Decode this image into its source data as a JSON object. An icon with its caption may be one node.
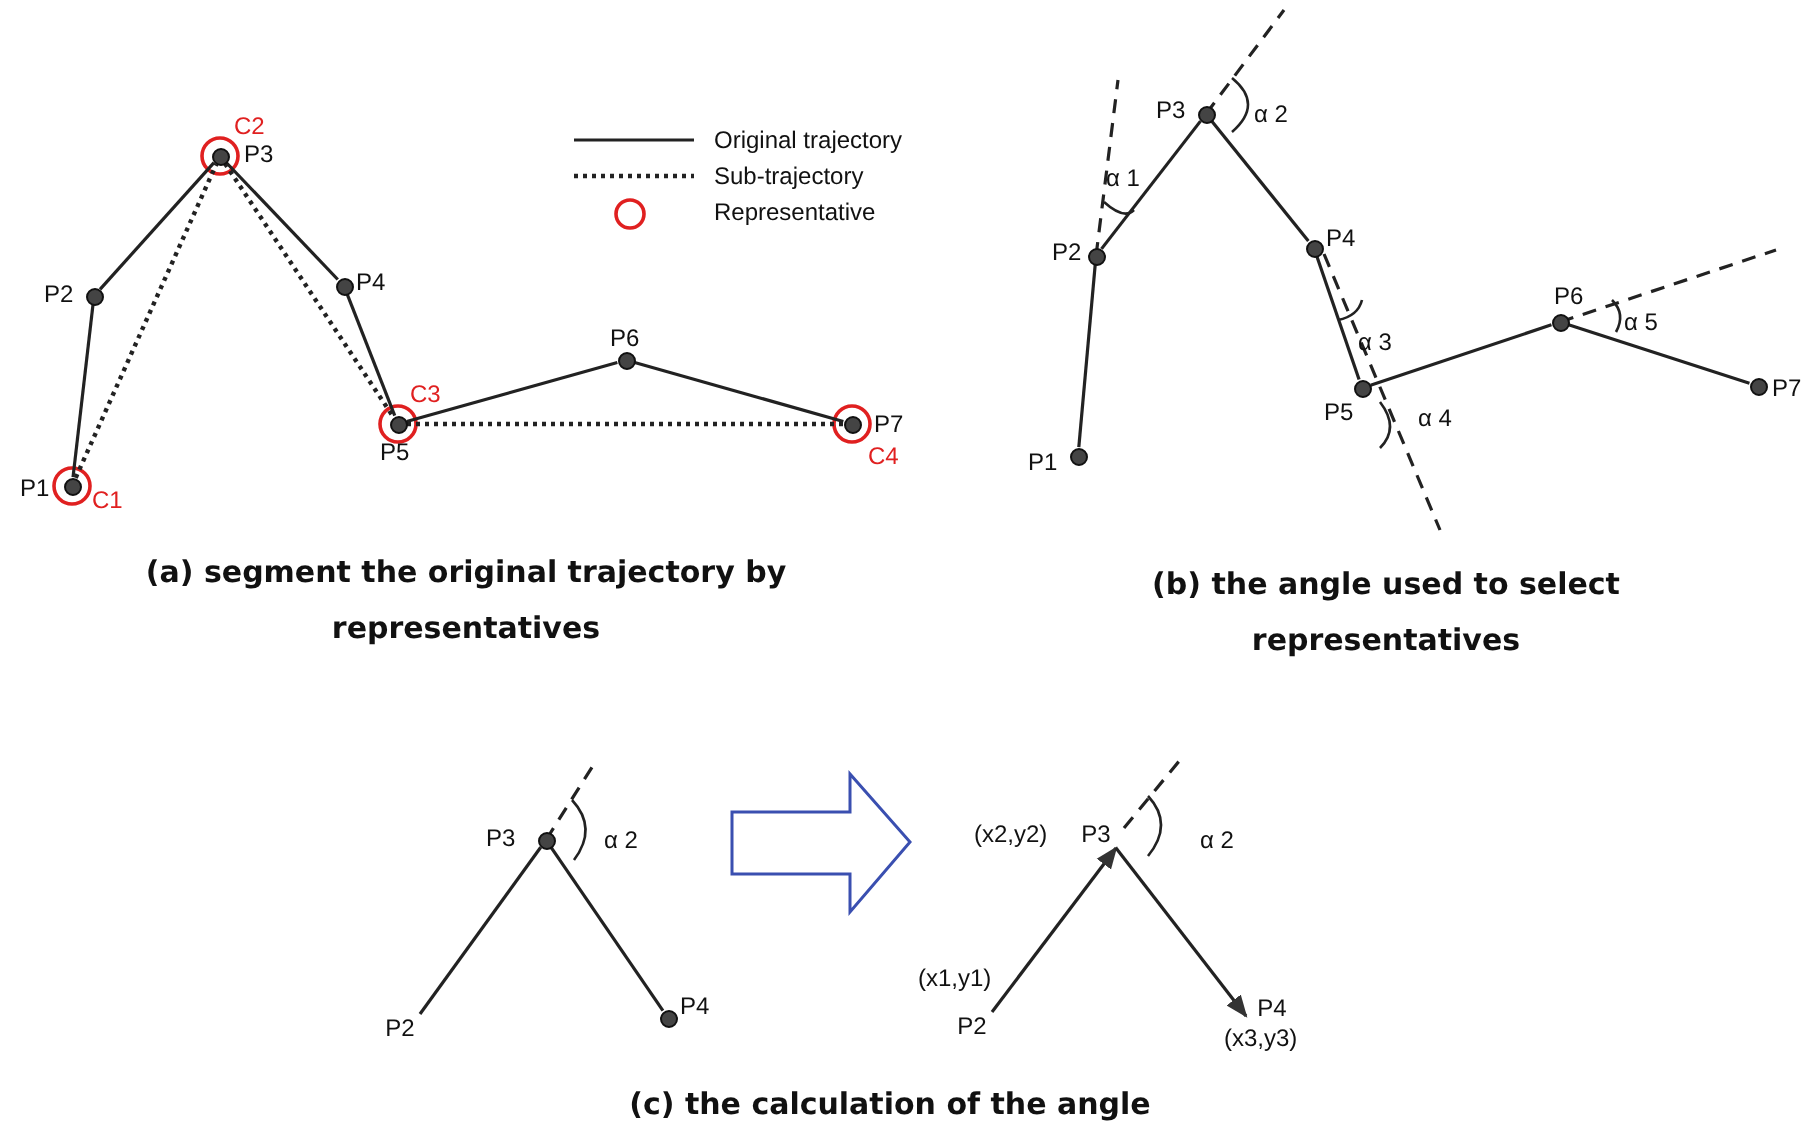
{
  "diagram": {
    "nodes": [
      {
        "text": [],
        "shape": "circle",
        "beside": [
          "P1",
          "C1"
        ]
      },
      {
        "text": [],
        "shape": "circle",
        "beside": [
          "P2"
        ]
      },
      {
        "text": [],
        "shape": "circle",
        "beside": [
          "C2",
          "P3"
        ]
      },
      {
        "text": [],
        "shape": "circle",
        "beside": [
          "P4"
        ]
      },
      {
        "text": [],
        "shape": "circle",
        "beside": [
          "C3",
          "P5"
        ]
      },
      {
        "text": [],
        "shape": "circle",
        "beside": [
          "P6"
        ]
      },
      {
        "text": [],
        "shape": "circle",
        "beside": [
          "P7",
          "C4"
        ]
      },
      {
        "text": [],
        "shape": "circle",
        "beside": [
          "P1"
        ]
      },
      {
        "text": [],
        "shape": "circle",
        "beside": [
          "P2"
        ]
      },
      {
        "text": [],
        "shape": "circle",
        "beside": [
          "P3"
        ]
      },
      {
        "text": [],
        "shape": "circle",
        "beside": [
          "P4"
        ]
      },
      {
        "text": [],
        "shape": "circle",
        "beside": [
          "P5"
        ]
      },
      {
        "text": [],
        "shape": "circle",
        "beside": [
          "P6"
        ]
      },
      {
        "text": [],
        "shape": "circle",
        "beside": [
          "P7"
        ]
      },
      {
        "text": [
          "P2"
        ]
      },
      {
        "text": [],
        "shape": "circle",
        "beside": [
          "P3"
        ]
      },
      {
        "text": [],
        "shape": "circle",
        "beside": [
          "P4"
        ]
      },
      {
        "text": [
          "P2"
        ],
        "beside": [
          "(x1,y1)"
        ]
      },
      {
        "text": [
          "P3"
        ],
        "beside": [
          "(x2,y2)"
        ]
      },
      {
        "text": [
          "P4"
        ],
        "beside": [
          "(x3,y3)"
        ]
      }
    ],
    "edges": [
      {
        "from": 0,
        "to": 1,
        "arrow": "none"
      },
      {
        "from": 1,
        "to": 2,
        "arrow": "none"
      },
      {
        "from": 2,
        "to": 3,
        "arrow": "none"
      },
      {
        "from": 3,
        "to": 4,
        "arrow": "none"
      },
      {
        "from": 4,
        "to": 5,
        "arrow": "none"
      },
      {
        "from": 5,
        "to": 6,
        "arrow": "none"
      },
      {
        "from": 0,
        "to": 2,
        "arrow": "none",
        "style": "dashed"
      },
      {
        "from": 2,
        "to": 4,
        "arrow": "none",
        "style": "dashed"
      },
      {
        "from": 4,
        "to": 6,
        "arrow": "none",
        "style": "dashed"
      },
      {
        "from": 7,
        "to": 8,
        "arrow": "none"
      },
      {
        "from": 8,
        "to": 9,
        "arrow": "none"
      },
      {
        "from": 9,
        "to": 10,
        "arrow": "none"
      },
      {
        "from": 10,
        "to": 11,
        "arrow": "none"
      },
      {
        "from": 11,
        "to": 12,
        "arrow": "none"
      },
      {
        "from": 12,
        "to": 13,
        "arrow": "none"
      },
      {
        "from": 14,
        "to": 15,
        "arrow": "none"
      },
      {
        "from": 15,
        "to": 16,
        "arrow": "none"
      },
      {
        "from": 17,
        "to": 18,
        "arrow": "to"
      },
      {
        "from": 18,
        "to": 19,
        "arrow": "to"
      }
    ],
    "labels": [
      "α 2",
      "α 1",
      "α 3",
      "α 4",
      "α 5",
      "(a) segment the original trajectory by representatives",
      "(b) the angle used to select representatives",
      "α 2",
      "α 2",
      "(c) the calculation of the angle"
    ],
    "legend": [
      {
        "text": "Original trajectory"
      },
      {
        "text": "Sub-trajectory"
      },
      {
        "text": "Representative"
      }
    ]
  }
}
